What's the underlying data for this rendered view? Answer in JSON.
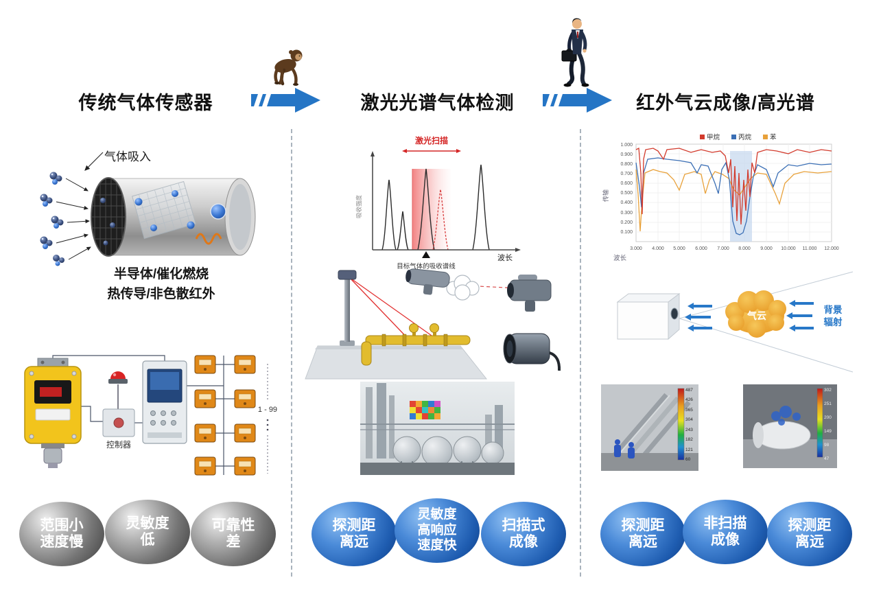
{
  "titles": {
    "col1": "传统气体传感器",
    "col2": "激光光谱气体检测",
    "col3": "红外气云成像/高光谱"
  },
  "col1": {
    "intake_label": "气体吸入",
    "tech_line1": "半导体/催化燃烧",
    "tech_line2": "热传导/非色散红外",
    "system": {
      "controller_label": "控制器",
      "count_label": "1 - 99"
    },
    "bubbles": [
      {
        "line1": "范围小",
        "line2": "速度慢"
      },
      {
        "line1": "灵敏度",
        "line2": "低"
      },
      {
        "line1": "可靠性",
        "line2": "差"
      }
    ]
  },
  "col2": {
    "chart": {
      "scan_label": "激光扫描",
      "y_label": "吸收强度",
      "x_label": "波长",
      "caption": "目标气体的吸收谱线"
    },
    "bubbles": [
      {
        "line1": "探测距",
        "line2": "离远"
      },
      {
        "line1": "灵敏度",
        "line2": "高响应",
        "line3": "速度快"
      },
      {
        "line1": "扫描式",
        "line2": "成像"
      }
    ]
  },
  "col3": {
    "chart": {
      "y_label": "传输",
      "x_label": "波长",
      "legend": [
        {
          "label": "甲烷",
          "color": "#d23a2c"
        },
        {
          "label": "丙烷",
          "color": "#3b6fb5"
        },
        {
          "label": "苯",
          "color": "#e8a13a"
        }
      ],
      "y_ticks": [
        "1.000",
        "0.900",
        "0.800",
        "0.700",
        "0.600",
        "0.500",
        "0.400",
        "0.300",
        "0.200",
        "0.100"
      ],
      "x_ticks": [
        "3.000",
        "4.000",
        "5.000",
        "6.000",
        "7.000",
        "8.000",
        "9.000",
        "10.000",
        "11.000",
        "12.000"
      ]
    },
    "cloud_label": "气云",
    "radiation_line1": "背景",
    "radiation_line2": "辐射",
    "thermal_left_ticks": [
      "487",
      "426",
      "365",
      "304",
      "243",
      "182",
      "121",
      "60"
    ],
    "thermal_right_ticks": [
      "302",
      "251",
      "200",
      "149",
      "98",
      "47"
    ],
    "bubbles": [
      {
        "line1": "探测距",
        "line2": "离远"
      },
      {
        "line1": "非扫描",
        "line2": "成像"
      },
      {
        "line1": "探测距",
        "line2": "离远"
      }
    ]
  },
  "colors": {
    "arrow_blue": "#2575c5",
    "bubble_blue": "#1e5cb0",
    "bubble_gray": "#757575",
    "laser_red": "#d42626",
    "cloud_yellow": "#efaf3a",
    "pipe_yellow": "#e2bc2e"
  },
  "chart_data": [
    {
      "type": "line",
      "title": "",
      "xlabel": "波长",
      "ylabel": "传输",
      "xlim": [
        3000,
        12000
      ],
      "ylim": [
        0,
        1
      ],
      "x_ticks": [
        "3.000",
        "4.000",
        "5.000",
        "6.000",
        "7.000",
        "8.000",
        "9.000",
        "10.000",
        "11.000",
        "12.000"
      ],
      "y_ticks": [
        "1.000",
        "0.900",
        "0.800",
        "0.700",
        "0.600",
        "0.500",
        "0.400",
        "0.300",
        "0.200",
        "0.100"
      ],
      "legend_position": "top",
      "grid": true,
      "series": [
        {
          "name": "甲烷",
          "color": "#d23a2c",
          "x": [
            3000,
            3300,
            3500,
            4000,
            5000,
            6000,
            7000,
            7400,
            7700,
            8000,
            8300,
            9000,
            10000,
            11000,
            12000
          ],
          "values": [
            0.94,
            0.28,
            0.9,
            0.95,
            0.95,
            0.93,
            0.9,
            0.35,
            0.2,
            0.62,
            0.8,
            0.94,
            0.93,
            0.92,
            0.93
          ]
        },
        {
          "name": "丙烷",
          "color": "#3b6fb5",
          "x": [
            3000,
            3400,
            3600,
            4000,
            5000,
            6000,
            6800,
            7200,
            7600,
            8000,
            8400,
            9000,
            9300,
            10000,
            11000,
            12000
          ],
          "values": [
            0.81,
            0.35,
            0.82,
            0.86,
            0.83,
            0.8,
            0.5,
            0.75,
            0.12,
            0.07,
            0.67,
            0.74,
            0.56,
            0.79,
            0.8,
            0.8
          ]
        },
        {
          "name": "苯",
          "color": "#e8a13a",
          "x": [
            3000,
            3200,
            3500,
            4000,
            5000,
            5500,
            6200,
            7000,
            7600,
            8000,
            9000,
            9600,
            10000,
            11000,
            12000
          ],
          "values": [
            0.74,
            0.1,
            0.71,
            0.72,
            0.53,
            0.69,
            0.49,
            0.7,
            0.62,
            0.48,
            0.7,
            0.39,
            0.69,
            0.72,
            0.71
          ]
        }
      ],
      "shaded_band_x": [
        7300,
        8300
      ]
    },
    {
      "type": "line",
      "title": "激光扫描",
      "xlabel": "波长",
      "ylabel": "吸收强度",
      "annotations": [
        "目标气体的吸收谱线"
      ],
      "series": [
        {
          "name": "吸收谱线",
          "peaks_x_rel": [
            0.1,
            0.21,
            0.37,
            0.47,
            0.75
          ],
          "peaks_height_rel": [
            0.75,
            0.42,
            0.88,
            0.65,
            0.92
          ]
        }
      ],
      "highlight_band_rel": [
        0.28,
        0.54
      ]
    }
  ]
}
